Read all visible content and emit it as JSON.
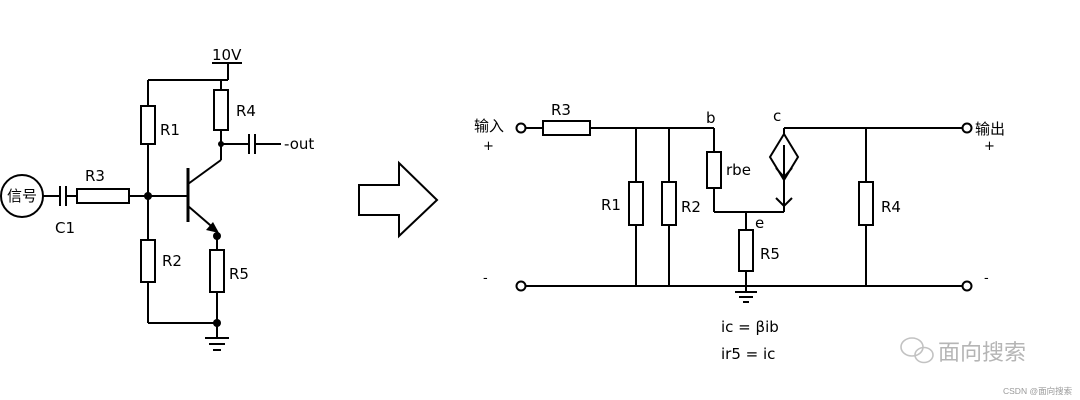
{
  "left_circuit": {
    "supply": "10V",
    "source": "信号",
    "r1": "R1",
    "r2": "R2",
    "r3": "R3",
    "r4": "R4",
    "r5": "R5",
    "c1": "C1",
    "out": "-out"
  },
  "right_circuit": {
    "input": "输入",
    "output": "输出",
    "plus": "+",
    "minus": "-",
    "r1": "R1",
    "r2": "R2",
    "r3": "R3",
    "r4": "R4",
    "r5": "R5",
    "rbe": "rbe",
    "node_b": "b",
    "node_c": "c",
    "node_e": "e",
    "eq1": "ic = βib",
    "eq2": "ir5 = ic"
  },
  "watermark": {
    "brand": "面向搜索",
    "credit": "CSDN @面向搜索"
  }
}
